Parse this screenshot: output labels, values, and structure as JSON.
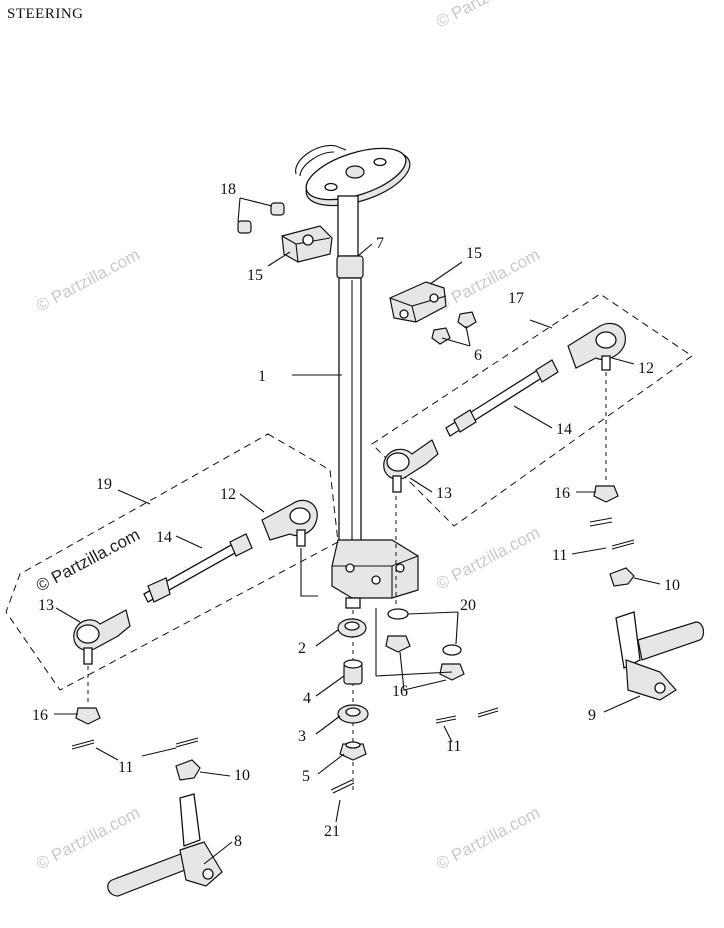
{
  "title": "STEERING",
  "watermark": {
    "text": "© Partzilla.com",
    "prominent_text": "© Partzilla.com"
  },
  "callouts": {
    "c1": "1",
    "c2": "2",
    "c3": "3",
    "c4": "4",
    "c5": "5",
    "c6": "6",
    "c7": "7",
    "c8": "8",
    "c9": "9",
    "c10a": "10",
    "c10b": "10",
    "c11a": "11",
    "c11b": "11",
    "c11c": "11",
    "c12a": "12",
    "c12b": "12",
    "c13a": "13",
    "c13b": "13",
    "c14a": "14",
    "c14b": "14",
    "c15a": "15",
    "c15b": "15",
    "c16a": "16",
    "c16b": "16",
    "c16c": "16",
    "c17": "17",
    "c18": "18",
    "c19": "19",
    "c20": "20",
    "c21": "21"
  }
}
